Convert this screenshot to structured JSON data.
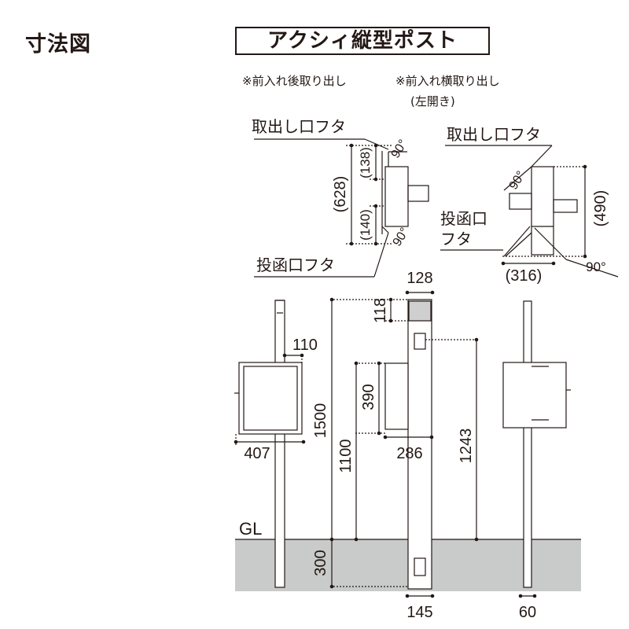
{
  "heading": "寸法図",
  "product_title": "アクシィ縦型ポスト",
  "views": {
    "rear_caption": "※前入れ後取り出し",
    "side_caption": "※前入れ横取り出し",
    "side_caption_sub": "(左開き)"
  },
  "labels": {
    "takeout_lid": "取出し口フタ",
    "insert_lid": "投函口フタ",
    "insert_lid_l1": "投函口",
    "insert_lid_l2": "フタ",
    "ground": "GL"
  },
  "dimensions": {
    "d628": "(628)",
    "d138": "(138)",
    "d140": "(140)",
    "d90a": "90°",
    "d90b": "90°",
    "d90c": "90°",
    "d90d": "90°",
    "d490": "(490)",
    "d316": "(316)",
    "d128": "128",
    "d118": "118",
    "d110": "110",
    "d1500": "1500",
    "d390": "390",
    "d1100": "1100",
    "d286": "286",
    "d1243": "1243",
    "d407": "407",
    "d300": "300",
    "d145": "145",
    "d60": "60"
  },
  "colors": {
    "ground": "#c9caca",
    "line": "#231815"
  }
}
